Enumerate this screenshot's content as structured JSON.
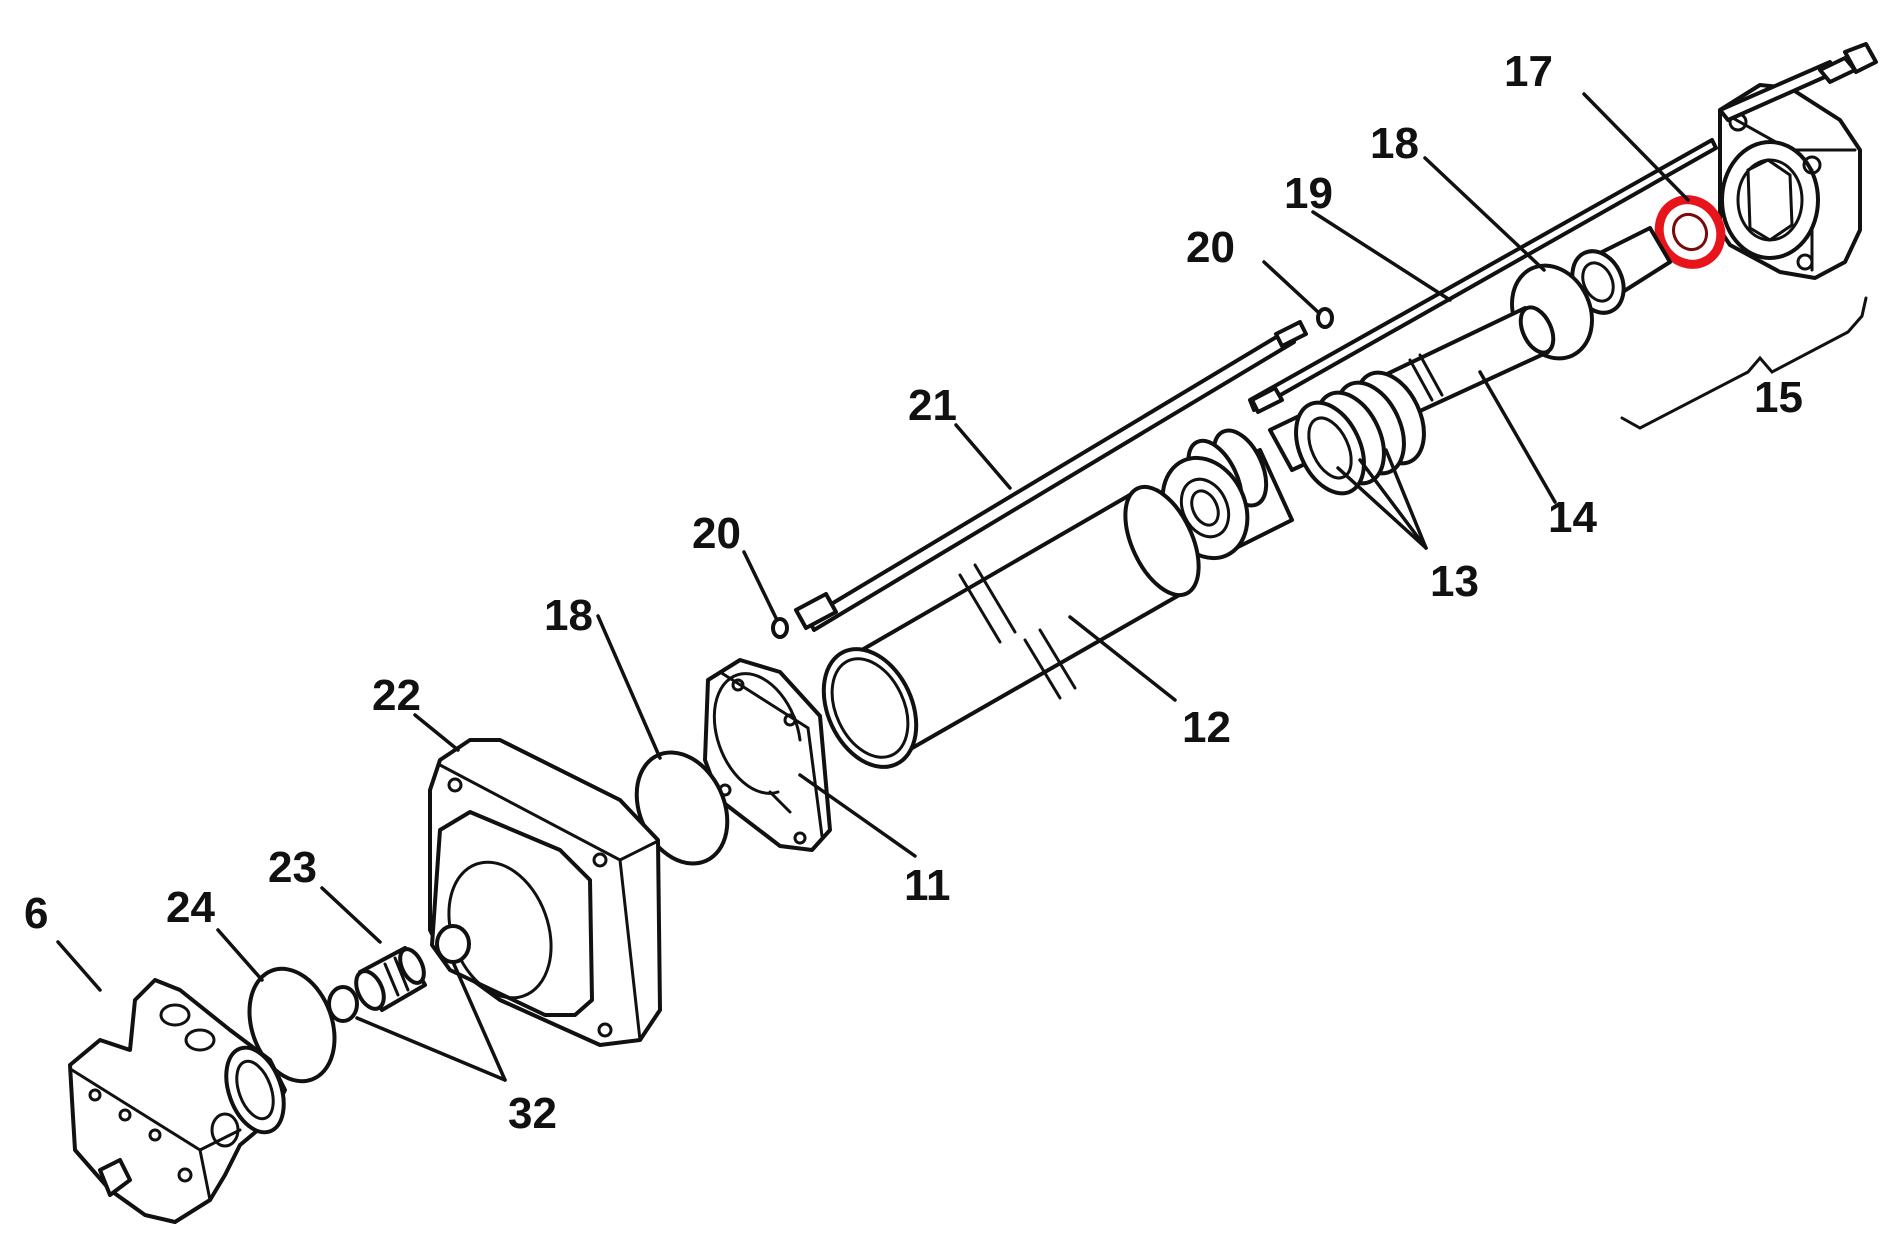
{
  "diagram": {
    "highlight_color": "#e8141b",
    "callouts": [
      {
        "id": "c17",
        "label": "17"
      },
      {
        "id": "c18a",
        "label": "18"
      },
      {
        "id": "c19",
        "label": "19"
      },
      {
        "id": "c20a",
        "label": "20"
      },
      {
        "id": "c15",
        "label": "15"
      },
      {
        "id": "c21",
        "label": "21"
      },
      {
        "id": "c14",
        "label": "14"
      },
      {
        "id": "c13",
        "label": "13"
      },
      {
        "id": "c20b",
        "label": "20"
      },
      {
        "id": "c18b",
        "label": "18"
      },
      {
        "id": "c12",
        "label": "12"
      },
      {
        "id": "c22",
        "label": "22"
      },
      {
        "id": "c11",
        "label": "11"
      },
      {
        "id": "c23",
        "label": "23"
      },
      {
        "id": "c24",
        "label": "24"
      },
      {
        "id": "c6",
        "label": "6"
      },
      {
        "id": "c32",
        "label": "32"
      }
    ]
  }
}
